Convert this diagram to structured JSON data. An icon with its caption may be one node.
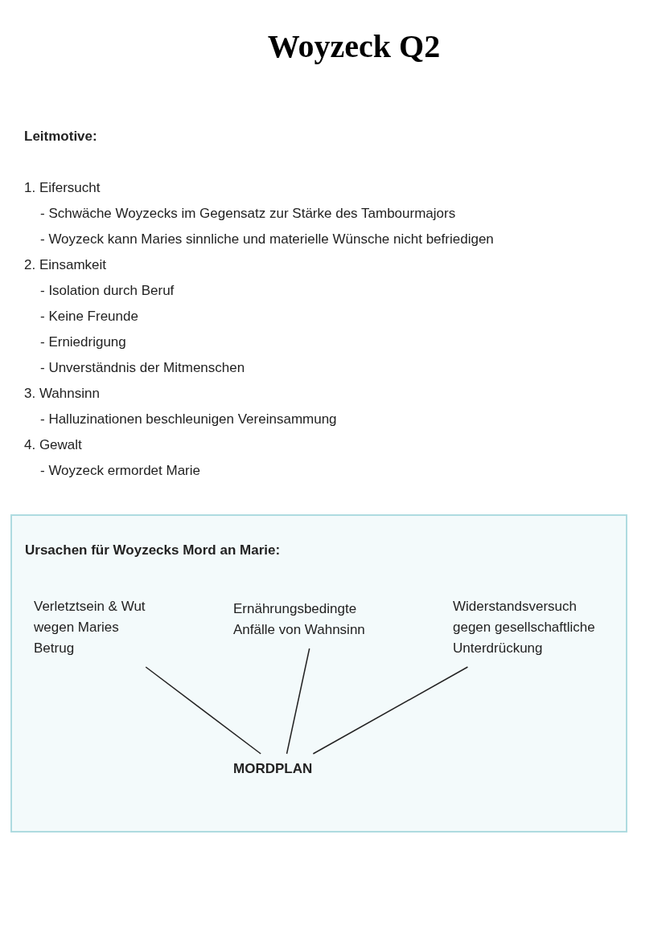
{
  "diagram": {
    "title": "Woyzeck Q2",
    "nodes": [
      {
        "text": [
          "Ursachen für Woyzecks Mord an Marie:"
        ]
      },
      {
        "text": [
          "Verletztsein & Wut wegen Maries Betrug"
        ],
        "in": 0
      },
      {
        "text": [
          "Ernährungsbedingte Anfälle von Wahnsinn"
        ],
        "in": 0
      },
      {
        "text": [
          "Widerstandsversuch gegen gesellschaftliche Unterdrückung"
        ],
        "in": 0
      },
      {
        "text": [
          "MORDPLAN"
        ],
        "in": 0
      }
    ],
    "edges": [
      {
        "from": 1,
        "to": 4,
        "arrow": "none"
      },
      {
        "from": 2,
        "to": 4,
        "arrow": "none"
      },
      {
        "from": 3,
        "to": 4,
        "arrow": "none"
      }
    ],
    "labels": [
      "Leitmotive:",
      "1. Eifersucht",
      "- Schwäche Woyzecks im Gegensatz zur Stärke des Tambourmajors",
      "- Woyzeck kann Maries sinnliche und materielle Wünsche nicht befriedigen",
      "2. Einsamkeit",
      "- Isolation durch Beruf",
      "- Keine Freunde",
      "- Erniedrigung",
      "- Unverständnis der Mitmenschen",
      "3. Wahnsinn",
      "- Halluzinationen beschleunigen Vereinsammung",
      "4. Gewalt",
      "- Woyzeck ermordet Marie"
    ]
  }
}
